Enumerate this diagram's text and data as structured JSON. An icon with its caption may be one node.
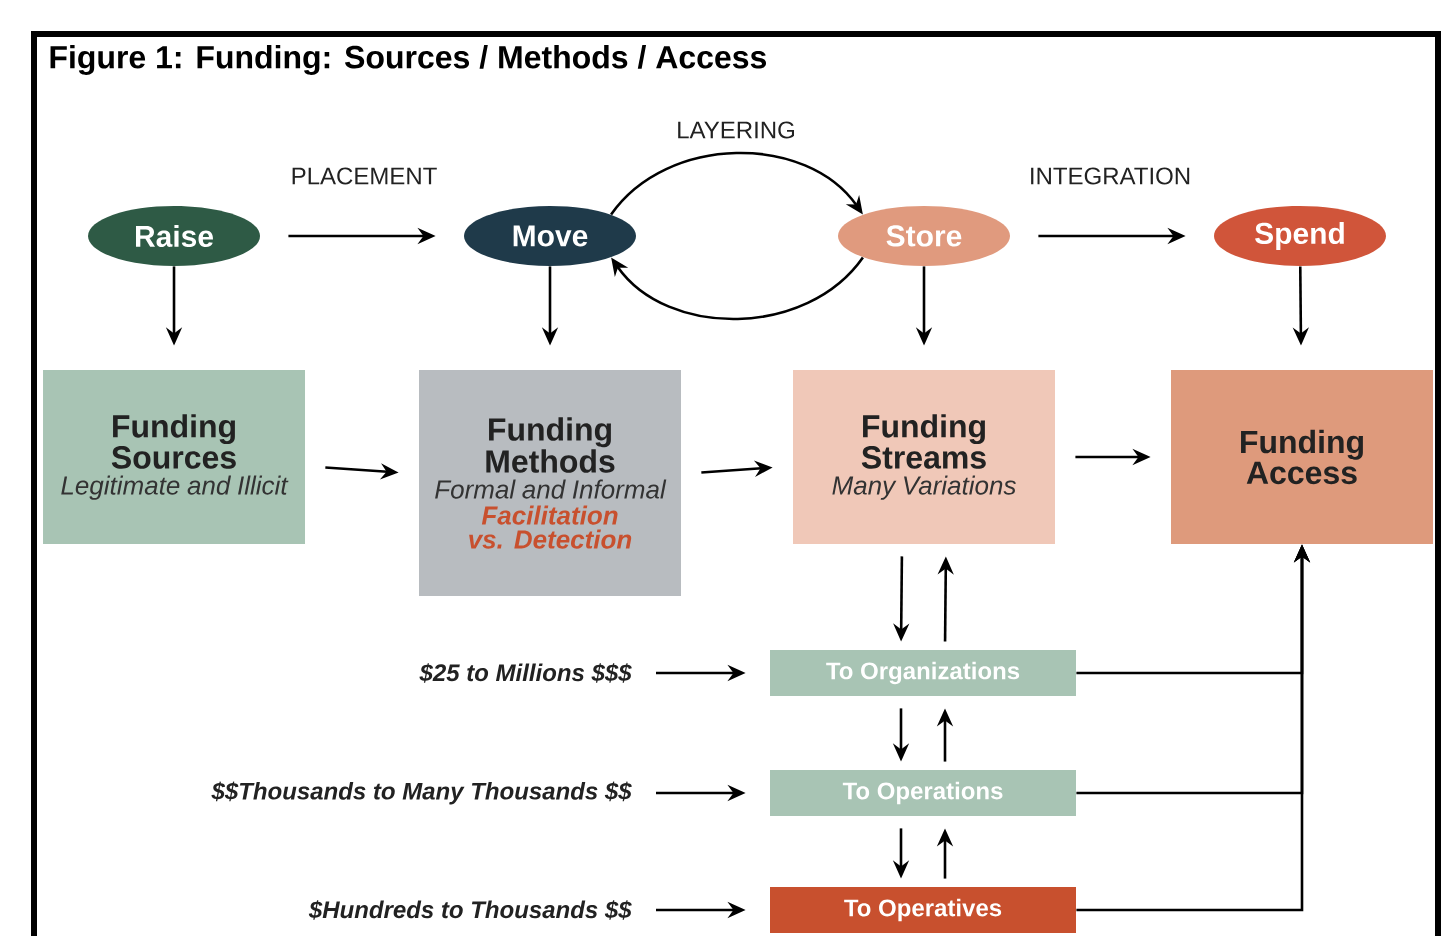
{
  "diagram": {
    "title": "Figure 1: Funding: Sources / Methods / Access",
    "nodes": [
      {
        "text": [
          "Raise"
        ]
      },
      {
        "text": [
          "Move"
        ]
      },
      {
        "text": [
          "Store"
        ]
      },
      {
        "text": [
          "Spend"
        ]
      },
      {
        "text": [
          "Funding Sources",
          "Legitimate and Illicit"
        ]
      },
      {
        "text": [
          "Funding Methods",
          "Formal and Informal",
          "Facilitation vs. Detection"
        ]
      },
      {
        "text": [
          "Funding Streams",
          "Many Variations"
        ]
      },
      {
        "text": [
          "Funding Access"
        ]
      },
      {
        "text": [
          "To Organizations"
        ]
      },
      {
        "text": [
          "To Operations"
        ]
      },
      {
        "text": [
          "To Operatives"
        ]
      },
      {
        "text": [
          "$25 to Millions $$$"
        ]
      },
      {
        "text": [
          "$$Thousands to Many Thousands $$"
        ]
      },
      {
        "text": [
          "$Hundreds to Thousands $$"
        ]
      }
    ],
    "edges": [
      {
        "from": 0,
        "to": 1,
        "arrow": "to",
        "label": "PLACEMENT"
      },
      {
        "from": 1,
        "to": 2,
        "arrow": "to",
        "label": "LAYERING"
      },
      {
        "from": 2,
        "to": 1,
        "arrow": "to"
      },
      {
        "from": 2,
        "to": 3,
        "arrow": "to",
        "label": "INTEGRATION"
      },
      {
        "from": 0,
        "to": 4,
        "arrow": "to"
      },
      {
        "from": 1,
        "to": 5,
        "arrow": "to"
      },
      {
        "from": 2,
        "to": 6,
        "arrow": "to"
      },
      {
        "from": 3,
        "to": 7,
        "arrow": "to"
      },
      {
        "from": 4,
        "to": 5,
        "arrow": "to"
      },
      {
        "from": 5,
        "to": 6,
        "arrow": "to"
      },
      {
        "from": 6,
        "to": 7,
        "arrow": "to"
      },
      {
        "from": 6,
        "to": 8,
        "arrow": "to"
      },
      {
        "from": 8,
        "to": 6,
        "arrow": "to"
      },
      {
        "from": 8,
        "to": 9,
        "arrow": "to"
      },
      {
        "from": 9,
        "to": 8,
        "arrow": "to"
      },
      {
        "from": 9,
        "to": 10,
        "arrow": "to"
      },
      {
        "from": 10,
        "to": 9,
        "arrow": "to"
      },
      {
        "from": 11,
        "to": 8,
        "arrow": "to"
      },
      {
        "from": 12,
        "to": 9,
        "arrow": "to"
      },
      {
        "from": 13,
        "to": 10,
        "arrow": "to"
      },
      {
        "from": 8,
        "to": 7,
        "arrow": "to"
      },
      {
        "from": 9,
        "to": 7,
        "arrow": "to"
      },
      {
        "from": 10,
        "to": 7,
        "arrow": "to"
      }
    ]
  }
}
